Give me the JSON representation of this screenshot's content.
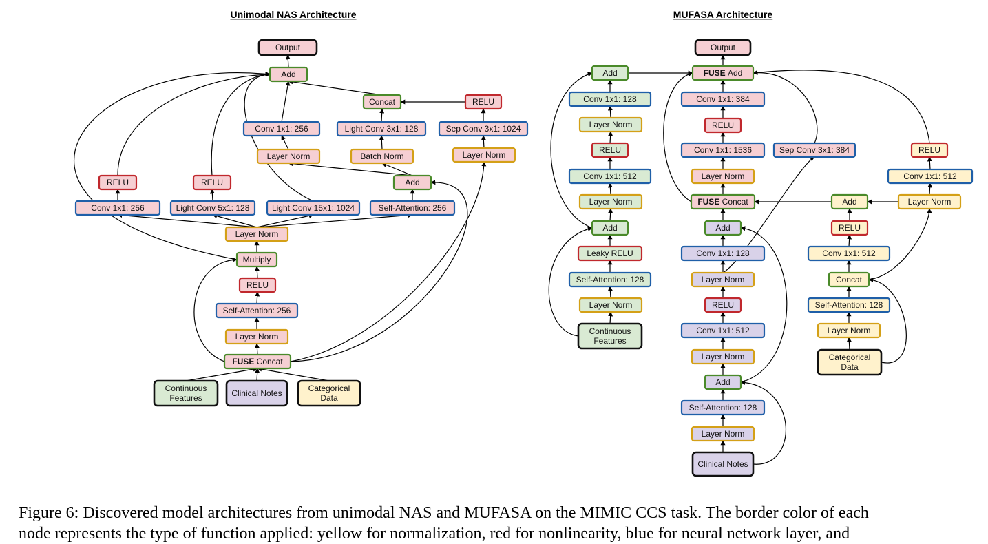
{
  "titles": {
    "left": "Unimodal NAS Architecture",
    "right": "MUFASA Architecture"
  },
  "caption": "Figure 6: Discovered model architectures from unimodal NAS and MUFASA on the MIMIC CCS task. The border color of each",
  "caption_line2": "node represents the type of function applied: yellow for normalization, red for nonlinearity, blue for neural network layer, and",
  "colors": {
    "border_norm": "#d4a017",
    "border_nonlin": "#c0282d",
    "border_nn": "#1f5fa8",
    "border_combine": "#4a8a2a",
    "border_io": "#111111",
    "fill_pink": "#f6cfd3",
    "fill_green": "#d9ead3",
    "fill_purple": "#d9d2e9",
    "fill_yellow": "#fff2cc"
  },
  "nodes": [
    {
      "id": "L_output",
      "label": "Output",
      "kind": "io",
      "fill": "pink"
    },
    {
      "id": "L_add_top",
      "label": "Add",
      "kind": "combine",
      "fill": "pink"
    },
    {
      "id": "L_concat",
      "label": "Concat",
      "kind": "combine",
      "fill": "pink"
    },
    {
      "id": "L_relu_sep",
      "label": "RELU",
      "kind": "nonlin",
      "fill": "pink"
    },
    {
      "id": "L_conv256b",
      "label": "Conv 1x1: 256",
      "kind": "nn",
      "fill": "pink"
    },
    {
      "id": "L_lconv3",
      "label": "Light Conv 3x1: 128",
      "kind": "nn",
      "fill": "pink"
    },
    {
      "id": "L_sepconv",
      "label": "Sep Conv 3x1: 1024",
      "kind": "nn",
      "fill": "pink"
    },
    {
      "id": "L_ln_a",
      "label": "Layer Norm",
      "kind": "norm",
      "fill": "pink"
    },
    {
      "id": "L_bn",
      "label": "Batch Norm",
      "kind": "norm",
      "fill": "pink"
    },
    {
      "id": "L_ln_sep",
      "label": "Layer Norm",
      "kind": "norm",
      "fill": "pink"
    },
    {
      "id": "L_add_mid",
      "label": "Add",
      "kind": "combine",
      "fill": "pink"
    },
    {
      "id": "L_relu1",
      "label": "RELU",
      "kind": "nonlin",
      "fill": "pink"
    },
    {
      "id": "L_relu2",
      "label": "RELU",
      "kind": "nonlin",
      "fill": "pink"
    },
    {
      "id": "L_conv256",
      "label": "Conv 1x1: 256",
      "kind": "nn",
      "fill": "pink"
    },
    {
      "id": "L_lconv5",
      "label": "Light Conv 5x1: 128",
      "kind": "nn",
      "fill": "pink"
    },
    {
      "id": "L_lconv15",
      "label": "Light Conv 15x1: 1024",
      "kind": "nn",
      "fill": "pink"
    },
    {
      "id": "L_sa256",
      "label": "Self-Attention: 256",
      "kind": "nn",
      "fill": "pink"
    },
    {
      "id": "L_ln_mid",
      "label": "Layer Norm",
      "kind": "norm",
      "fill": "pink"
    },
    {
      "id": "L_mult",
      "label": "Multiply",
      "kind": "combine",
      "fill": "pink"
    },
    {
      "id": "L_relu3",
      "label": "RELU",
      "kind": "nonlin",
      "fill": "pink"
    },
    {
      "id": "L_sa256b",
      "label": "Self-Attention: 256",
      "kind": "nn",
      "fill": "pink"
    },
    {
      "id": "L_ln_low",
      "label": "Layer Norm",
      "kind": "norm",
      "fill": "pink"
    },
    {
      "id": "L_fuse",
      "label": "Concat",
      "bold": "FUSE",
      "kind": "combine",
      "fill": "pink"
    },
    {
      "id": "L_in_cont",
      "label": "Continuous|Features",
      "kind": "io",
      "fill": "green"
    },
    {
      "id": "L_in_notes",
      "label": "Clinical Notes",
      "kind": "io",
      "fill": "purple"
    },
    {
      "id": "L_in_cat",
      "label": "Categorical|Data",
      "kind": "io",
      "fill": "yellow"
    },
    {
      "id": "R_output",
      "label": "Output",
      "kind": "io",
      "fill": "pink"
    },
    {
      "id": "R_fuse_add",
      "label": "Add",
      "bold": "FUSE",
      "kind": "combine",
      "fill": "pink"
    },
    {
      "id": "R_conv384",
      "label": "Conv 1x1: 384",
      "kind": "nn",
      "fill": "pink"
    },
    {
      "id": "R_relu_p",
      "label": "RELU",
      "kind": "nonlin",
      "fill": "pink"
    },
    {
      "id": "R_conv1536",
      "label": "Conv 1x1: 1536",
      "kind": "nn",
      "fill": "pink"
    },
    {
      "id": "R_sepconv",
      "label": "Sep Conv 3x1: 384",
      "kind": "nn",
      "fill": "pink"
    },
    {
      "id": "R_ln_p",
      "label": "Layer Norm",
      "kind": "norm",
      "fill": "pink"
    },
    {
      "id": "R_fuse_concat",
      "label": "Concat",
      "bold": "FUSE",
      "kind": "combine",
      "fill": "pink"
    },
    {
      "id": "R_g_add_top",
      "label": "Add",
      "kind": "combine",
      "fill": "green"
    },
    {
      "id": "R_g_conv128",
      "label": "Conv 1x1: 128",
      "kind": "nn",
      "fill": "green"
    },
    {
      "id": "R_g_ln1",
      "label": "Layer Norm",
      "kind": "norm",
      "fill": "green"
    },
    {
      "id": "R_g_relu",
      "label": "RELU",
      "kind": "nonlin",
      "fill": "green"
    },
    {
      "id": "R_g_conv512",
      "label": "Conv 1x1: 512",
      "kind": "nn",
      "fill": "green"
    },
    {
      "id": "R_g_ln2",
      "label": "Layer Norm",
      "kind": "norm",
      "fill": "green"
    },
    {
      "id": "R_g_add_mid",
      "label": "Add",
      "kind": "combine",
      "fill": "green"
    },
    {
      "id": "R_g_lrelu",
      "label": "Leaky RELU",
      "kind": "nonlin",
      "fill": "green"
    },
    {
      "id": "R_g_sa128",
      "label": "Self-Attention: 128",
      "kind": "nn",
      "fill": "green"
    },
    {
      "id": "R_g_ln3",
      "label": "Layer Norm",
      "kind": "norm",
      "fill": "green"
    },
    {
      "id": "R_g_in",
      "label": "Continuous|Features",
      "kind": "io",
      "fill": "green"
    },
    {
      "id": "R_p_add1",
      "label": "Add",
      "kind": "combine",
      "fill": "purple"
    },
    {
      "id": "R_p_conv128",
      "label": "Conv 1x1: 128",
      "kind": "nn",
      "fill": "purple"
    },
    {
      "id": "R_p_ln1",
      "label": "Layer Norm",
      "kind": "norm",
      "fill": "purple"
    },
    {
      "id": "R_p_relu",
      "label": "RELU",
      "kind": "nonlin",
      "fill": "purple"
    },
    {
      "id": "R_p_conv512",
      "label": "Conv 1x1: 512",
      "kind": "nn",
      "fill": "purple"
    },
    {
      "id": "R_p_ln2",
      "label": "Layer Norm",
      "kind": "norm",
      "fill": "purple"
    },
    {
      "id": "R_p_add2",
      "label": "Add",
      "kind": "combine",
      "fill": "purple"
    },
    {
      "id": "R_p_sa128",
      "label": "Self-Attention: 128",
      "kind": "nn",
      "fill": "purple"
    },
    {
      "id": "R_p_ln3",
      "label": "Layer Norm",
      "kind": "norm",
      "fill": "purple"
    },
    {
      "id": "R_p_in",
      "label": "Clinical Notes",
      "kind": "io",
      "fill": "purple"
    },
    {
      "id": "R_y_relu_top",
      "label": "RELU",
      "kind": "nonlin",
      "fill": "yellow"
    },
    {
      "id": "R_y_conv512a",
      "label": "Conv 1x1: 512",
      "kind": "nn",
      "fill": "yellow"
    },
    {
      "id": "R_y_ln_top",
      "label": "Layer Norm",
      "kind": "norm",
      "fill": "yellow"
    },
    {
      "id": "R_y_add",
      "label": "Add",
      "kind": "combine",
      "fill": "yellow"
    },
    {
      "id": "R_y_relu",
      "label": "RELU",
      "kind": "nonlin",
      "fill": "yellow"
    },
    {
      "id": "R_y_conv512b",
      "label": "Conv 1x1: 512",
      "kind": "nn",
      "fill": "yellow"
    },
    {
      "id": "R_y_concat",
      "label": "Concat",
      "kind": "combine",
      "fill": "yellow"
    },
    {
      "id": "R_y_sa128",
      "label": "Self-Attention: 128",
      "kind": "nn",
      "fill": "yellow"
    },
    {
      "id": "R_y_ln",
      "label": "Layer Norm",
      "kind": "norm",
      "fill": "yellow"
    },
    {
      "id": "R_y_in",
      "label": "Categorical|Data",
      "kind": "io",
      "fill": "yellow"
    }
  ]
}
